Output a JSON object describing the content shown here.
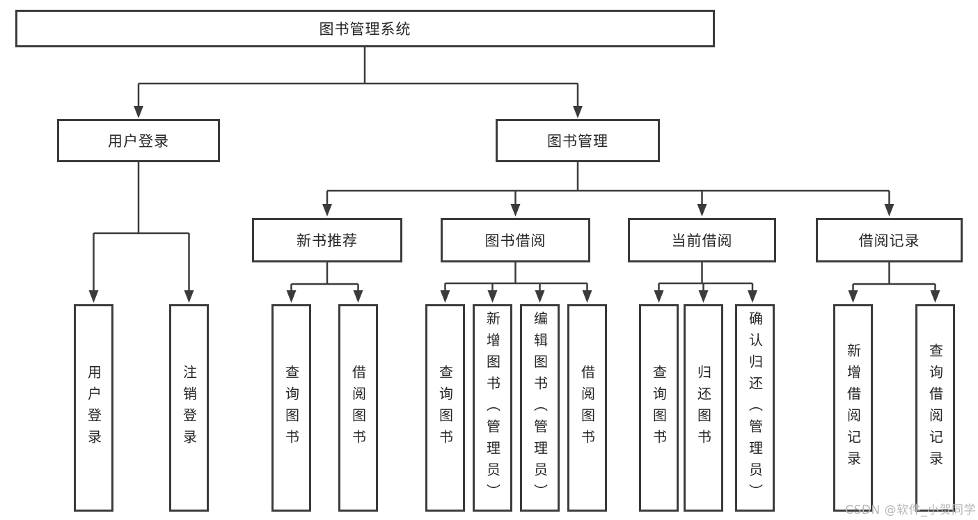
{
  "diagram": {
    "root": {
      "label": "图书管理系统"
    },
    "branches": [
      {
        "label": "用户登录",
        "children": [
          {
            "label": "用户登录"
          },
          {
            "label": "注销登录"
          }
        ]
      },
      {
        "label": "图书管理",
        "children": [
          {
            "label": "新书推荐",
            "children": [
              {
                "label": "查询图书"
              },
              {
                "label": "借阅图书"
              }
            ]
          },
          {
            "label": "图书借阅",
            "children": [
              {
                "label": "查询图书"
              },
              {
                "label": "新增图书（管理员）"
              },
              {
                "label": "编辑图书（管理员）"
              },
              {
                "label": "借阅图书"
              }
            ]
          },
          {
            "label": "当前借阅",
            "children": [
              {
                "label": "查询图书"
              },
              {
                "label": "归还图书"
              },
              {
                "label": "确认归还（管理员）"
              }
            ]
          },
          {
            "label": "借阅记录",
            "children": [
              {
                "label": "新增借阅记录"
              },
              {
                "label": "查询借阅记录"
              }
            ]
          }
        ]
      }
    ]
  },
  "watermark": {
    "text": "CSDN @软件_小贺同学"
  },
  "colors": {
    "line": "#3b3b3b",
    "text": "#262626",
    "watermark": "#b3b7bb",
    "background": "#ffffff"
  }
}
